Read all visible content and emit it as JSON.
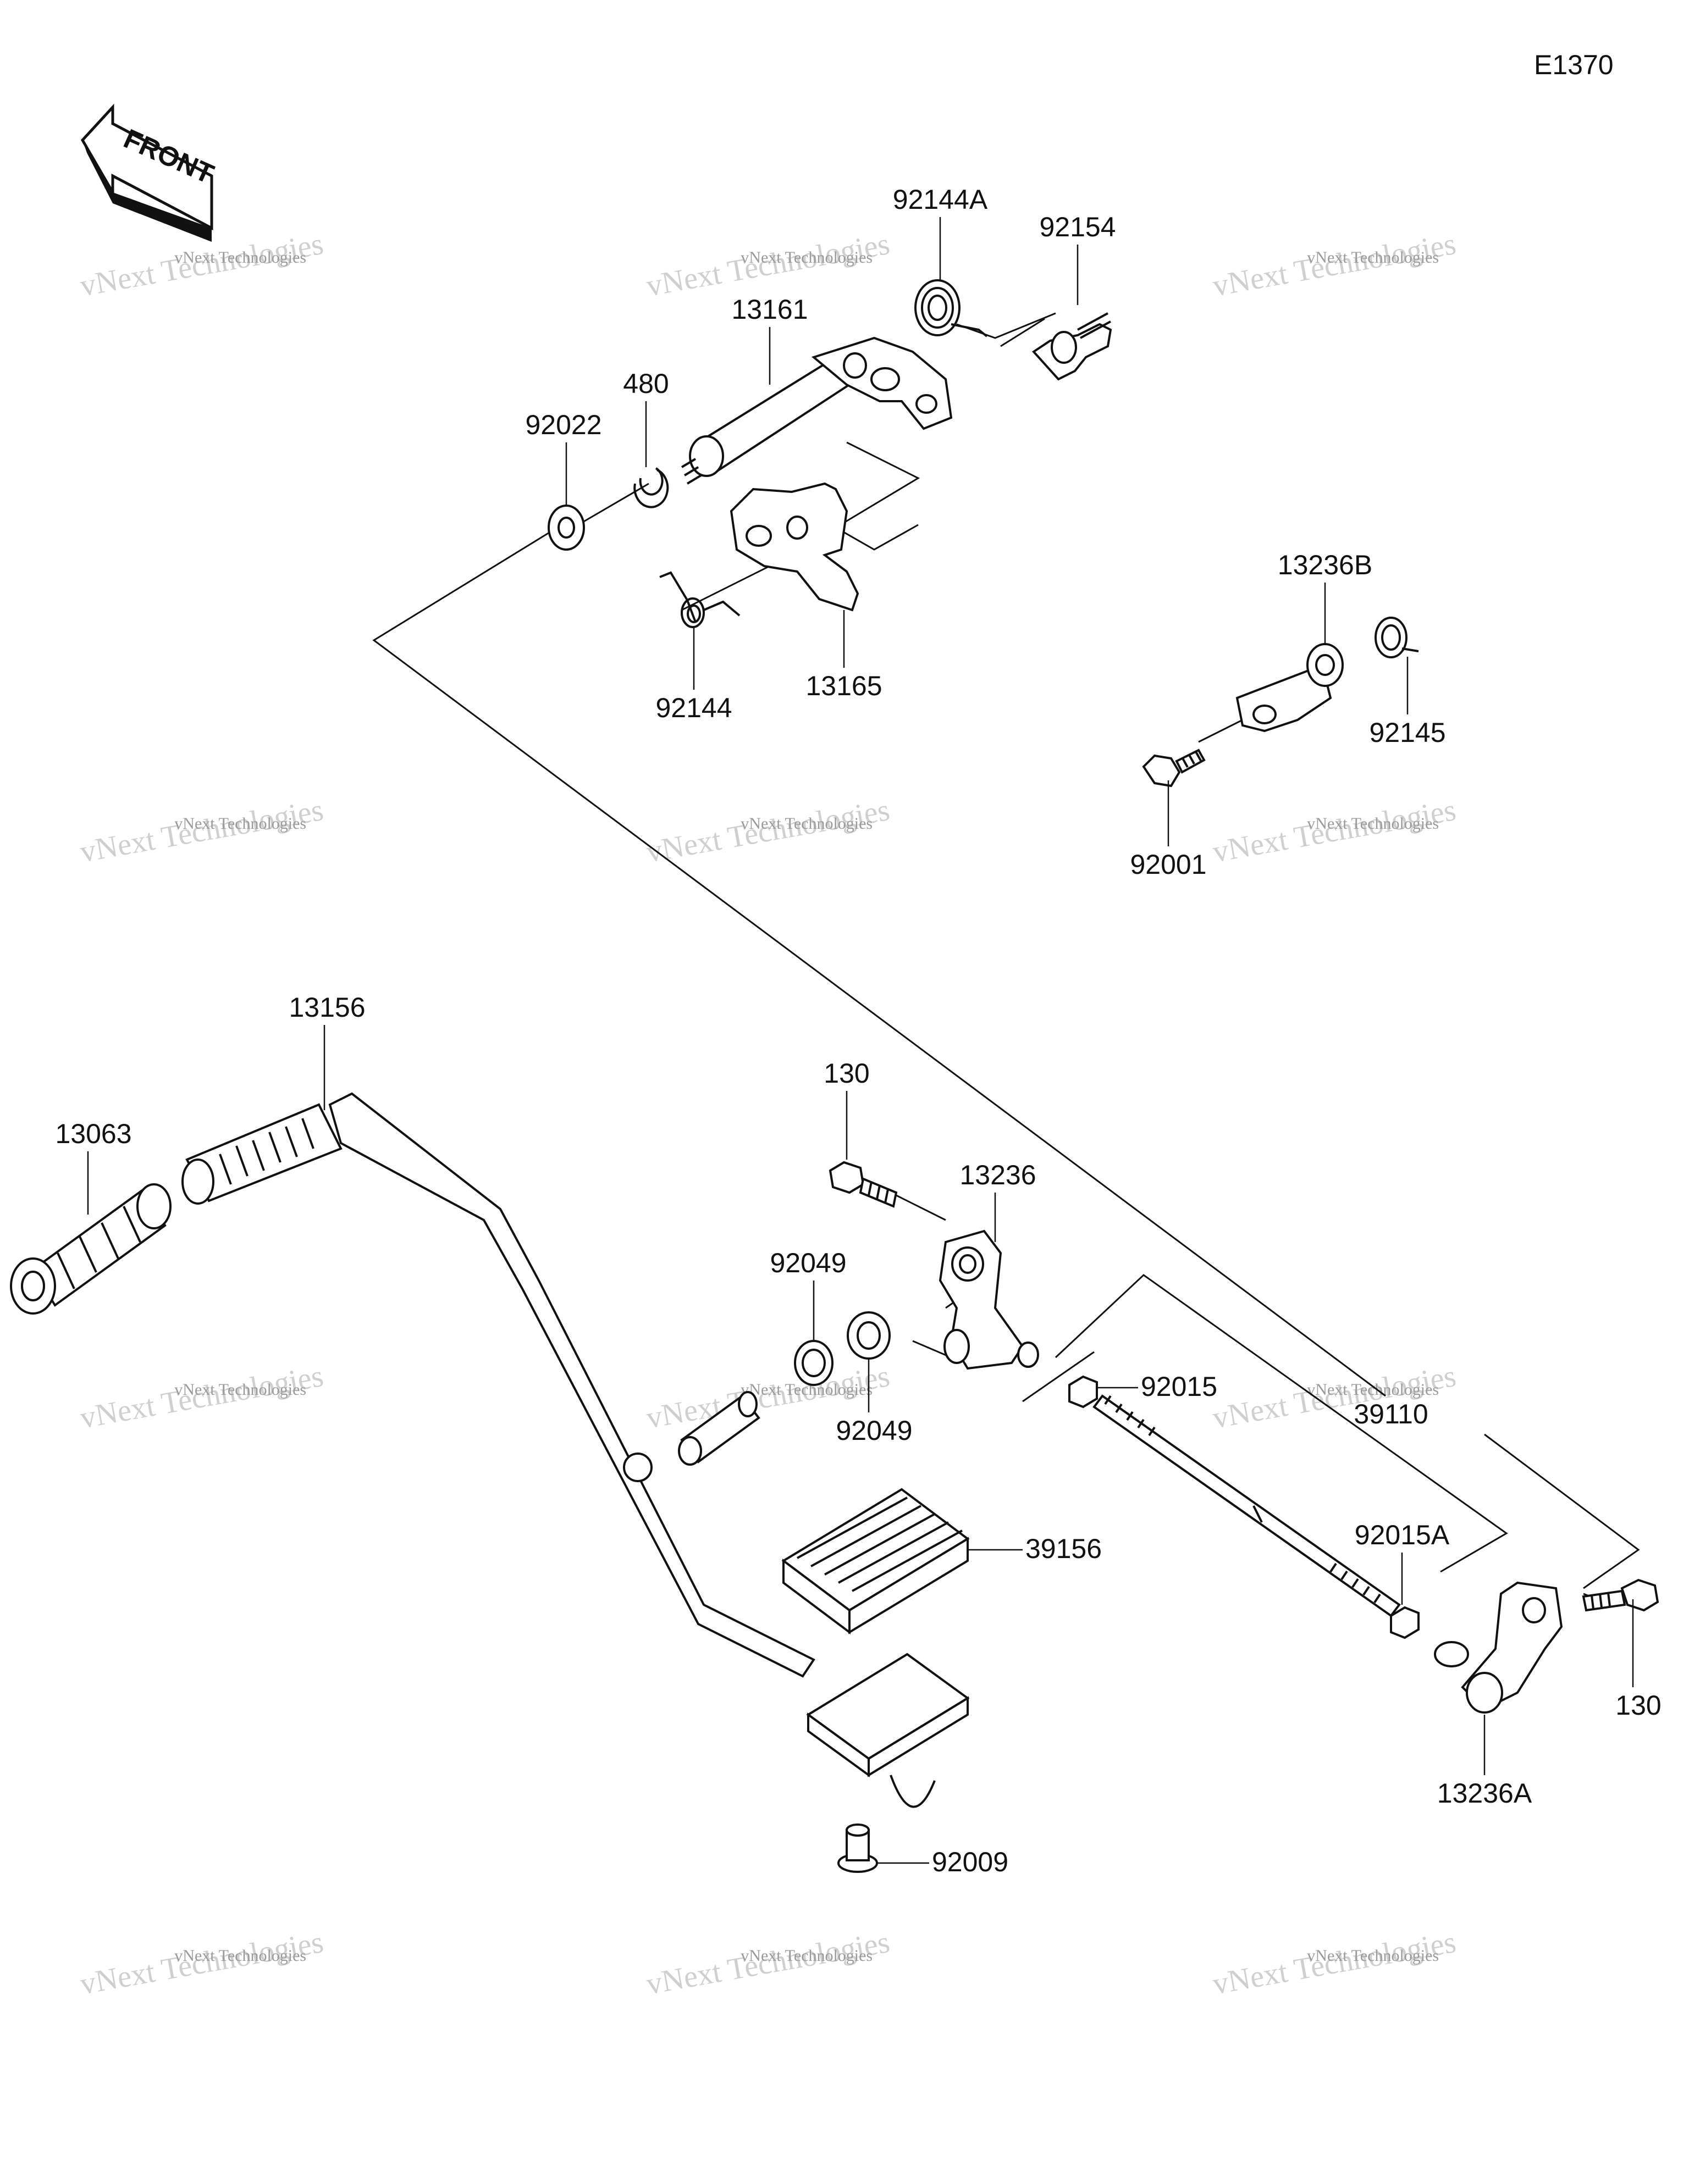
{
  "diagram": {
    "code": "E1370",
    "front_label": "FRONT",
    "watermark_line1": "vNext Technologies",
    "watermark_line2": "vNext Technologies",
    "parts": [
      {
        "id": "p-92144A",
        "label": "92144A"
      },
      {
        "id": "p-92154",
        "label": "92154"
      },
      {
        "id": "p-13161",
        "label": "13161"
      },
      {
        "id": "p-480",
        "label": "480"
      },
      {
        "id": "p-92022",
        "label": "92022"
      },
      {
        "id": "p-92144",
        "label": "92144"
      },
      {
        "id": "p-13165",
        "label": "13165"
      },
      {
        "id": "p-13236B",
        "label": "13236B"
      },
      {
        "id": "p-92145",
        "label": "92145"
      },
      {
        "id": "p-92001",
        "label": "92001"
      },
      {
        "id": "p-13156",
        "label": "13156"
      },
      {
        "id": "p-13063",
        "label": "13063"
      },
      {
        "id": "p-130a",
        "label": "130"
      },
      {
        "id": "p-13236",
        "label": "13236"
      },
      {
        "id": "p-92049a",
        "label": "92049"
      },
      {
        "id": "p-92049b",
        "label": "92049"
      },
      {
        "id": "p-92015",
        "label": "92015"
      },
      {
        "id": "p-39110",
        "label": "39110"
      },
      {
        "id": "p-92015A",
        "label": "92015A"
      },
      {
        "id": "p-39156",
        "label": "39156"
      },
      {
        "id": "p-130b",
        "label": "130"
      },
      {
        "id": "p-13236A",
        "label": "13236A"
      },
      {
        "id": "p-92009",
        "label": "92009"
      }
    ]
  }
}
